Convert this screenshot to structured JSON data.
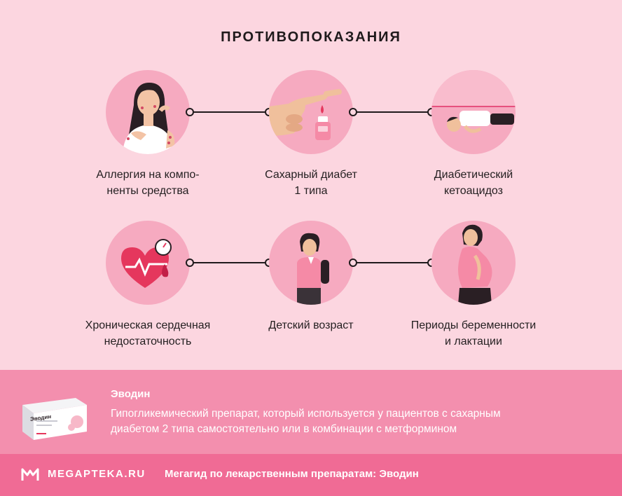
{
  "title": "ПРОТИВОПОКАЗАНИЯ",
  "items": [
    {
      "line1": "Аллергия на компо-",
      "line2": "ненты средства",
      "icon": "allergy-woman-icon"
    },
    {
      "line1": "Сахарный диабет",
      "line2": "1 типа",
      "icon": "finger-prick-glucometer-icon"
    },
    {
      "line1": "Диабетический",
      "line2": "кетоацидоз",
      "icon": "lying-man-icon"
    },
    {
      "line1": "Хроническая сердечная",
      "line2": "недостаточность",
      "icon": "heart-pulse-icon"
    },
    {
      "line1": "Детский возраст",
      "line2": "",
      "icon": "schoolboy-icon"
    },
    {
      "line1": "Периоды беременности",
      "line2": "и лактации",
      "icon": "pregnant-woman-icon"
    }
  ],
  "product": {
    "name": "Эводин",
    "description_line1": "Гипогликемический препарат, который используется у пациентов с сахарным",
    "description_line2": "диабетом 2 типа самостоятельно или в комбинации с метформином",
    "pack_label": "Эводин"
  },
  "footer": {
    "brand": "MEGAPTEKA.RU",
    "text": "Мегагид по лекарственным препаратам: Эводин"
  },
  "colors": {
    "background": "#fcd6e0",
    "circle": "#f6aac0",
    "info_band": "#f38fae",
    "footer_band": "#f06b95",
    "accent": "#e6507e"
  }
}
